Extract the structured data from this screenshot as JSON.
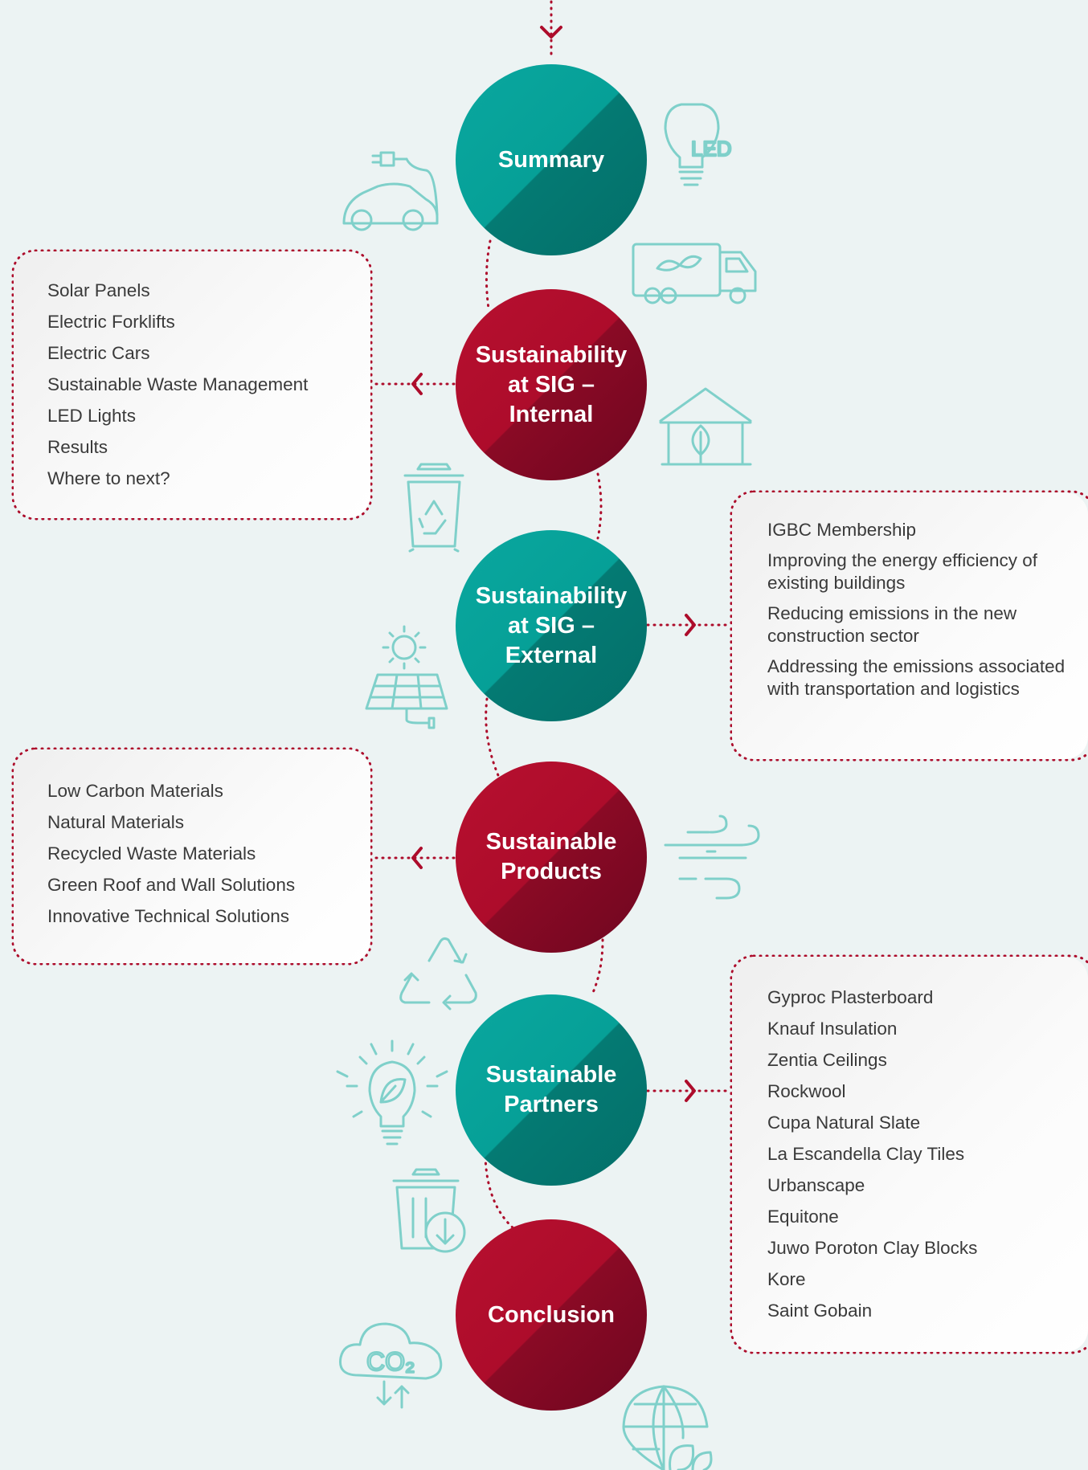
{
  "colors": {
    "background": "#ecf3f3",
    "teal": "#06a097",
    "red": "#ad0c2b",
    "dotted_line": "#ad0c2b",
    "icon_stroke": "#7fd0ca",
    "text": "#3a3a3a"
  },
  "nodes": [
    {
      "id": "summary",
      "label": "Summary",
      "color": "teal"
    },
    {
      "id": "internal",
      "label": "Sustainability\nat SIG –\nInternal",
      "color": "red"
    },
    {
      "id": "external",
      "label": "Sustainability\nat SIG –\nExternal",
      "color": "teal"
    },
    {
      "id": "products",
      "label": "Sustainable\nProducts",
      "color": "red"
    },
    {
      "id": "partners",
      "label": "Sustainable\nPartners",
      "color": "teal"
    },
    {
      "id": "conclusion",
      "label": "Conclusion",
      "color": "red"
    }
  ],
  "internal_items": [
    "Solar Panels",
    "Electric Forklifts",
    "Electric Cars",
    "Sustainable Waste Management",
    "LED Lights",
    "Results",
    "Where to next?"
  ],
  "external_items": [
    "IGBC Membership",
    "Improving the energy efficiency of existing buildings",
    "Reducing emissions in the new construction sector",
    "Addressing the emissions associated with transportation and logistics"
  ],
  "products_items": [
    "Low Carbon Materials",
    "Natural Materials",
    "Recycled Waste Materials",
    "Green Roof and Wall Solutions",
    "Innovative Technical Solutions"
  ],
  "partners_items": [
    "Gyproc Plasterboard",
    "Knauf Insulation",
    "Zentia Ceilings",
    "Rockwool",
    "Cupa Natural Slate",
    "La Escandella Clay Tiles",
    "Urbanscape",
    "Equitone",
    "Juwo Poroton Clay Blocks",
    "Kore",
    "Saint Gobain"
  ],
  "icons": {
    "led_label": "LED",
    "co2_label": "CO₂",
    "list": [
      "ev-charging-car-icon",
      "led-bulb-icon",
      "eco-truck-icon",
      "eco-house-icon",
      "recycle-bin-icon",
      "solar-panel-icon",
      "wind-icon",
      "recycle-icon",
      "idea-bulb-icon",
      "waste-bin-icon",
      "co2-cloud-icon",
      "globe-leaf-icon"
    ]
  }
}
